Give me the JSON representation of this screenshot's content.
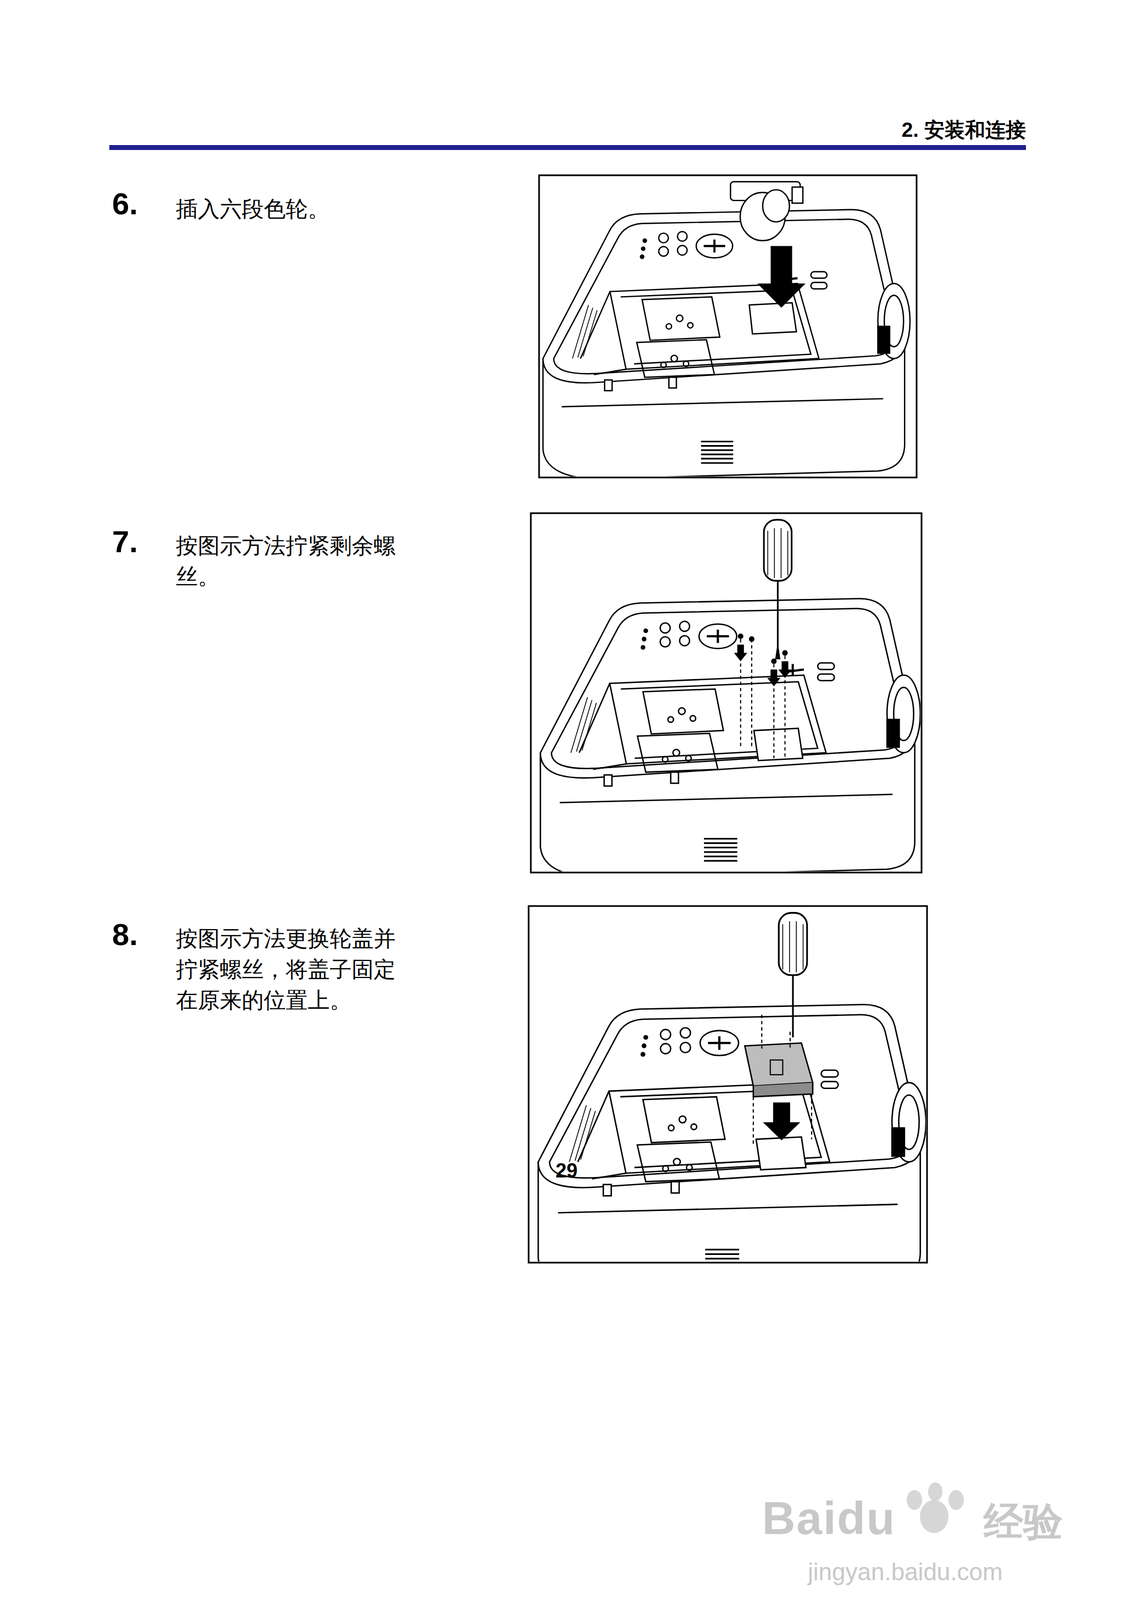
{
  "diagram": {
    "title": "2. 安装和连接",
    "labels": [
      "6.",
      "插入六段色轮。",
      "7.",
      "按图示方法拧紧剩余螺丝。",
      "8.",
      "按图示方法更换轮盖并拧紧螺丝，将盖子固定在原来的位置上。",
      "29",
      "Baidu",
      "经验",
      "jingyan.baidu.com"
    ]
  }
}
